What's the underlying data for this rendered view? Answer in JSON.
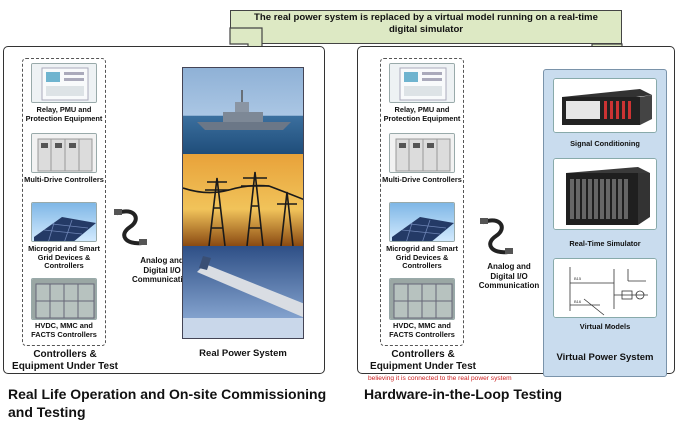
{
  "banner": {
    "text": "The real power system is replaced by a virtual model running on a real-time digital simulator"
  },
  "left": {
    "items": [
      {
        "caption": "Relay, PMU and Protection Equipment"
      },
      {
        "caption": "Multi-Drive Controllers"
      },
      {
        "caption": "Microgrid and Smart Grid Devices & Controllers"
      },
      {
        "caption": "HVDC, MMC and FACTS Controllers"
      }
    ],
    "controllers_label": "Controllers & Equipment Under Test",
    "communication_label": "Analog and Digital I/O Communication",
    "system_label": "Real Power System",
    "bottom_title": "Real Life Operation and On-site Commissioning and Testing"
  },
  "right": {
    "items": [
      {
        "caption": "Relay, PMU and Protection Equipment"
      },
      {
        "caption": "Multi-Drive Controllers"
      },
      {
        "caption": "Microgrid and Smart Grid Devices & Controllers"
      },
      {
        "caption": "HVDC, MMC and FACTS Controllers"
      }
    ],
    "controllers_label": "Controllers & Equipment Under Test",
    "communication_label": "Analog and Digital I/O Communication",
    "virtual_items": [
      {
        "caption": "Signal Conditioning"
      },
      {
        "caption": "Real-Time Simulator"
      },
      {
        "caption": "Virtual Models"
      }
    ],
    "system_label": "Virtual Power System",
    "note": "believing it is connected to the real power system",
    "bottom_title": "Hardware-in-the-Loop Testing"
  },
  "colors": {
    "banner_fill": "#dde9c4",
    "virtual_fill": "#c9dcee",
    "note_text": "#cc2222"
  }
}
